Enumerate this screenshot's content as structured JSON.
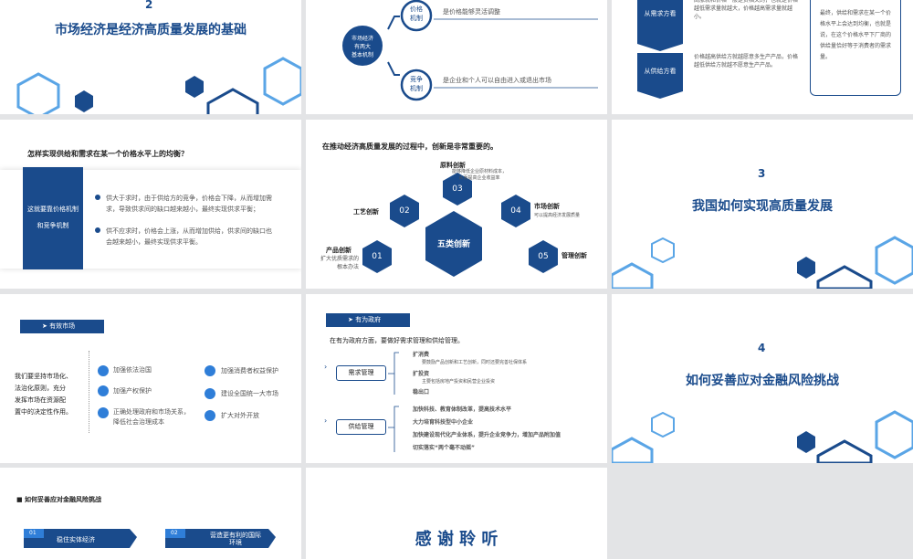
{
  "colors": {
    "navy": "#1a4b8c",
    "blue": "#2f7ed8",
    "light": "#5aa5e6"
  },
  "s1": {
    "num": "2",
    "title": "市场经济是经济高质量发展的基础"
  },
  "s2": {
    "center": "市场经济\n有两大\n基本机制",
    "c1": "价格\n机制",
    "c1_text": "是价格能够灵活调整",
    "c2": "竞争\n机制",
    "c2_text": "是企业和个人可以自由进入或退出市场"
  },
  "s3": {
    "tag1": "从需求方看",
    "tag2": "从供给方看",
    "p1": "高涨就和价格一般是负相关的，也就是价格越低需求量就越大，价格越高需求量就越小。",
    "p2": "价格越高供给方就越愿意多生产产品，价格越低供给方就越不愿意生产产品。",
    "box": "最终，供给和需求在某一个价格水平上会达到均衡，也就是说，在这个价格水平下厂商的供给量恰好等于消费者的需求量。"
  },
  "s4": {
    "q": "怎样实现供给和需求在某一个价格水平上的均衡？",
    "side": "这就要靠价格机制\n和竞争机制",
    "b1": "供大于求时，由于供给方的竞争，价格会下降，从而增加需求，导致供求间的缺口越来越小，最终实现供求平衡；",
    "b2": "供不应求时，价格会上涨，从而增加供给，供求间的缺口也会越来越小，最终实现供求平衡。"
  },
  "s5": {
    "title": "在推动经济高质量发展的过程中，创新是非常重要的。",
    "center": "五类创新",
    "i01": "01",
    "l01": "产品创新",
    "d01": "扩大优质需求的\n根本办法",
    "i02": "02",
    "l02": "工艺创新",
    "i03": "03",
    "l03": "原料创新",
    "d03": "能够降低企业原材料成本，\n从而提高企业收益率",
    "i04": "04",
    "l04": "市场创新",
    "d04": "可以提高经济发展质量",
    "i05": "05",
    "l05": "管理创新"
  },
  "s6": {
    "num": "3",
    "title": "我国如何实现高质量发展"
  },
  "s7": {
    "tag": "➤ 有效市场",
    "left": "我们要坚持市场化、\n法治化原则，充分\n发挥市场在资源配\n置中的决定性作用。",
    "items": [
      "加强依法治国",
      "加强产权保护",
      "正确处理政府和市场关系，\n降低社会治理成本",
      "加强消费者权益保护",
      "建设全国统一大市场",
      "扩大对外开放"
    ]
  },
  "s8": {
    "tag": "➤ 有为政府",
    "intro": "在有为政府方面，要做好需求管理和供给管理。",
    "g1": "需求管理",
    "g2": "供给管理",
    "d1": "扩消费",
    "d1s": "要鼓励产品创新和工艺创新，同时还要完善社保体系",
    "d2": "扩投资",
    "d2s": "主要包括房地产投资和民营企业投资",
    "d3": "稳出口",
    "s1": "加快科技、教育体制改革，提高技术水平",
    "s2": "大力培育科技型中小企业",
    "s3": "加快建设现代化产业体系，提升企业竞争力，增加产品附加值",
    "s4": "切实落实“两个毫不动摇”"
  },
  "s9": {
    "num": "4",
    "title": "如何妥善应对金融风险挑战"
  },
  "s10": {
    "title": "■ 如何妥善应对金融风险挑战",
    "n1": "01",
    "l1": "稳住实体经济",
    "n2": "02",
    "l2": "营造更有利的国际\n环境"
  },
  "s11": {
    "thanks": "感 谢 聆 听"
  }
}
